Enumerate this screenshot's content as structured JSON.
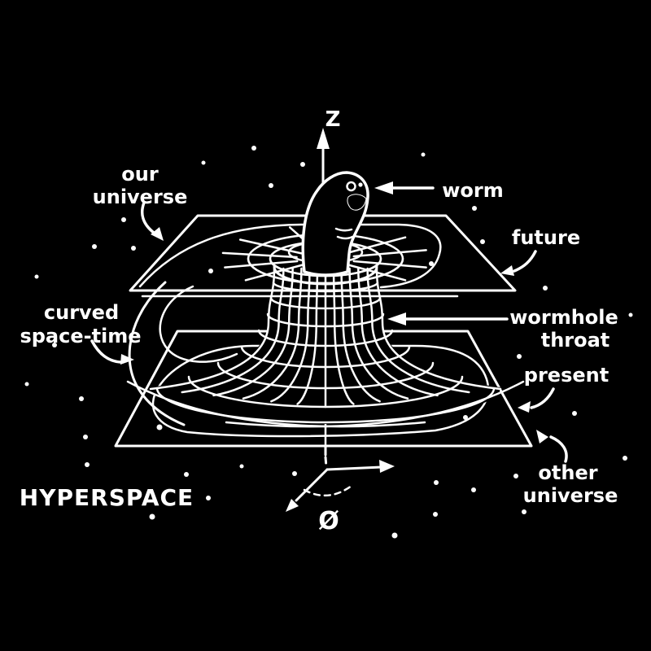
{
  "colors": {
    "background": "#000000",
    "ink": "#ffffff"
  },
  "axes": {
    "vertical_label": "Z",
    "angular_label": "Ø"
  },
  "labels": {
    "our_universe_1": "our",
    "our_universe_2": "universe",
    "worm": "worm",
    "future": "future",
    "curved_spacetime_1": "curved",
    "curved_spacetime_2": "space-time",
    "wormhole_throat_1": "wormhole",
    "wormhole_throat_2": "throat",
    "present": "present",
    "other_universe_1": "other",
    "other_universe_2": "universe",
    "hyperspace": "HYPERSPACE"
  },
  "stars": [
    [
      312,
      182,
      3
    ],
    [
      372,
      202,
      3
    ],
    [
      250,
      200,
      2.5
    ],
    [
      333,
      228,
      3
    ],
    [
      520,
      190,
      2.5
    ],
    [
      583,
      256,
      3
    ],
    [
      152,
      270,
      3
    ],
    [
      116,
      303,
      3
    ],
    [
      164,
      305,
      3
    ],
    [
      259,
      333,
      3
    ],
    [
      530,
      324,
      3
    ],
    [
      593,
      297,
      3
    ],
    [
      670,
      354,
      3
    ],
    [
      45,
      340,
      2.5
    ],
    [
      67,
      424,
      3
    ],
    [
      33,
      472,
      2.5
    ],
    [
      100,
      490,
      3
    ],
    [
      105,
      537,
      3
    ],
    [
      107,
      571,
      3
    ],
    [
      196,
      525,
      3.5
    ],
    [
      229,
      583,
      3
    ],
    [
      256,
      612,
      3
    ],
    [
      187,
      635,
      3.5
    ],
    [
      297,
      573,
      2.5
    ],
    [
      362,
      582,
      3
    ],
    [
      536,
      593,
      3
    ],
    [
      582,
      602,
      3
    ],
    [
      634,
      585,
      3
    ],
    [
      638,
      438,
      3
    ],
    [
      706,
      508,
      3
    ],
    [
      768,
      563,
      3
    ],
    [
      644,
      629,
      3
    ],
    [
      535,
      632,
      3
    ],
    [
      485,
      658,
      3.5
    ],
    [
      572,
      513,
      3
    ],
    [
      775,
      387,
      2.5
    ]
  ]
}
